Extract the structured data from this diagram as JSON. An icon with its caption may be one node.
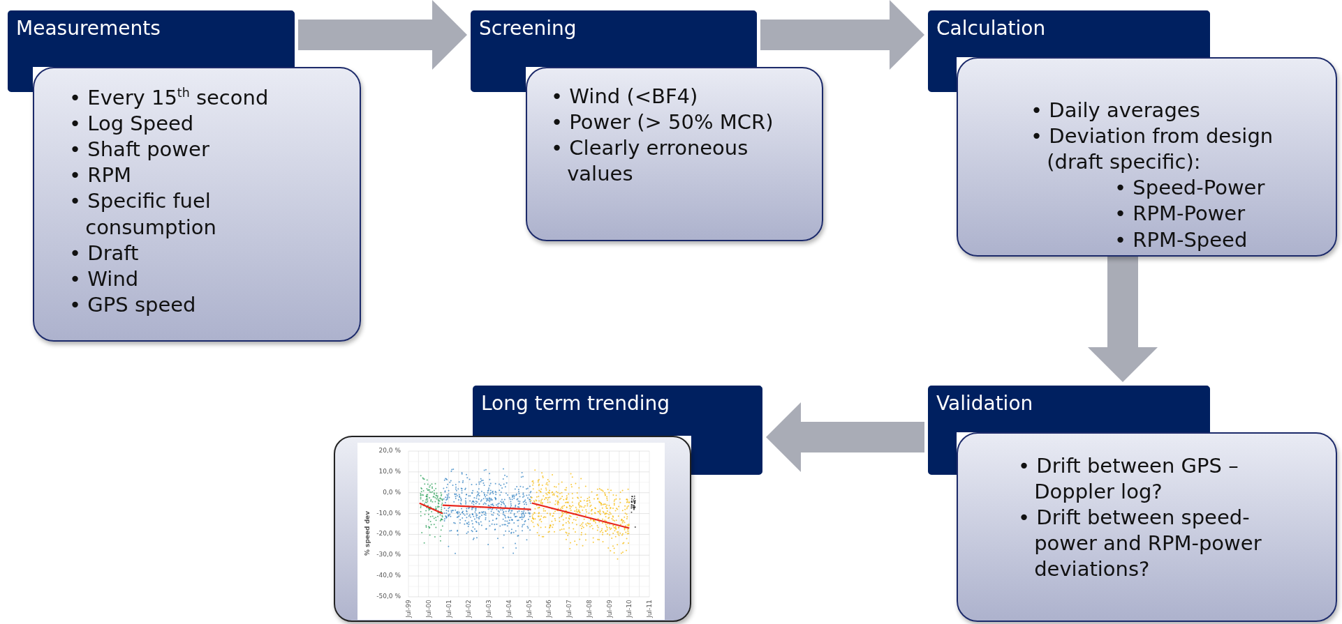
{
  "diagram": {
    "nodes": [
      {
        "text": [
          "Measurements"
        ]
      },
      {
        "text": [
          "• Every 15$^{th}$ second",
          "• Log Speed",
          "• Shaft power",
          "• RPM",
          "• Specific fuel consumption",
          "• Draft",
          "• Wind",
          "• GPS speed"
        ]
      },
      {
        "text": [
          "Screening"
        ]
      },
      {
        "text": [
          "• Wind (<BF4)",
          "• Power (> 50% MCR)",
          "• Clearly erroneous values"
        ]
      },
      {
        "text": [
          "Calculation"
        ]
      },
      {
        "text": [
          "• Daily averages",
          "• Deviation from design (draft specific):",
          "• Speed-Power",
          "• RPM-Power",
          "• RPM-Speed"
        ]
      },
      {
        "text": [
          "Validation"
        ]
      },
      {
        "text": [
          "• Drift between GPS – Doppler log?",
          "• Drift between speed-power and RPM-power deviations?"
        ]
      },
      {
        "text": [
          "Long term trending"
        ]
      },
      {
        "text": [],
        "shape": "picture"
      }
    ],
    "edges": [
      {
        "from": 0,
        "to": 2,
        "arrow": "to",
        "style": "thick"
      },
      {
        "from": 2,
        "to": 4,
        "arrow": "to",
        "style": "thick"
      },
      {
        "from": 5,
        "to": 6,
        "arrow": "to",
        "style": "thick"
      },
      {
        "from": 6,
        "to": 8,
        "arrow": "to",
        "style": "thick"
      }
    ],
    "labels": [
      "20,0 %",
      "10,0 %",
      "0,0 %",
      "-10,0 %",
      "-20,0 %",
      "-30,0 %",
      "-40,0 %",
      "-50,0 %",
      "% speed dev",
      "Jul-99",
      "Jul-00",
      "Jul-01",
      "Jul-02",
      "Jul-03",
      "Jul-04",
      "Jul-05",
      "Jul-06",
      "Jul-07",
      "Jul-08",
      "Jul-09",
      "Jul-10",
      "Jul-11"
    ]
  }
}
